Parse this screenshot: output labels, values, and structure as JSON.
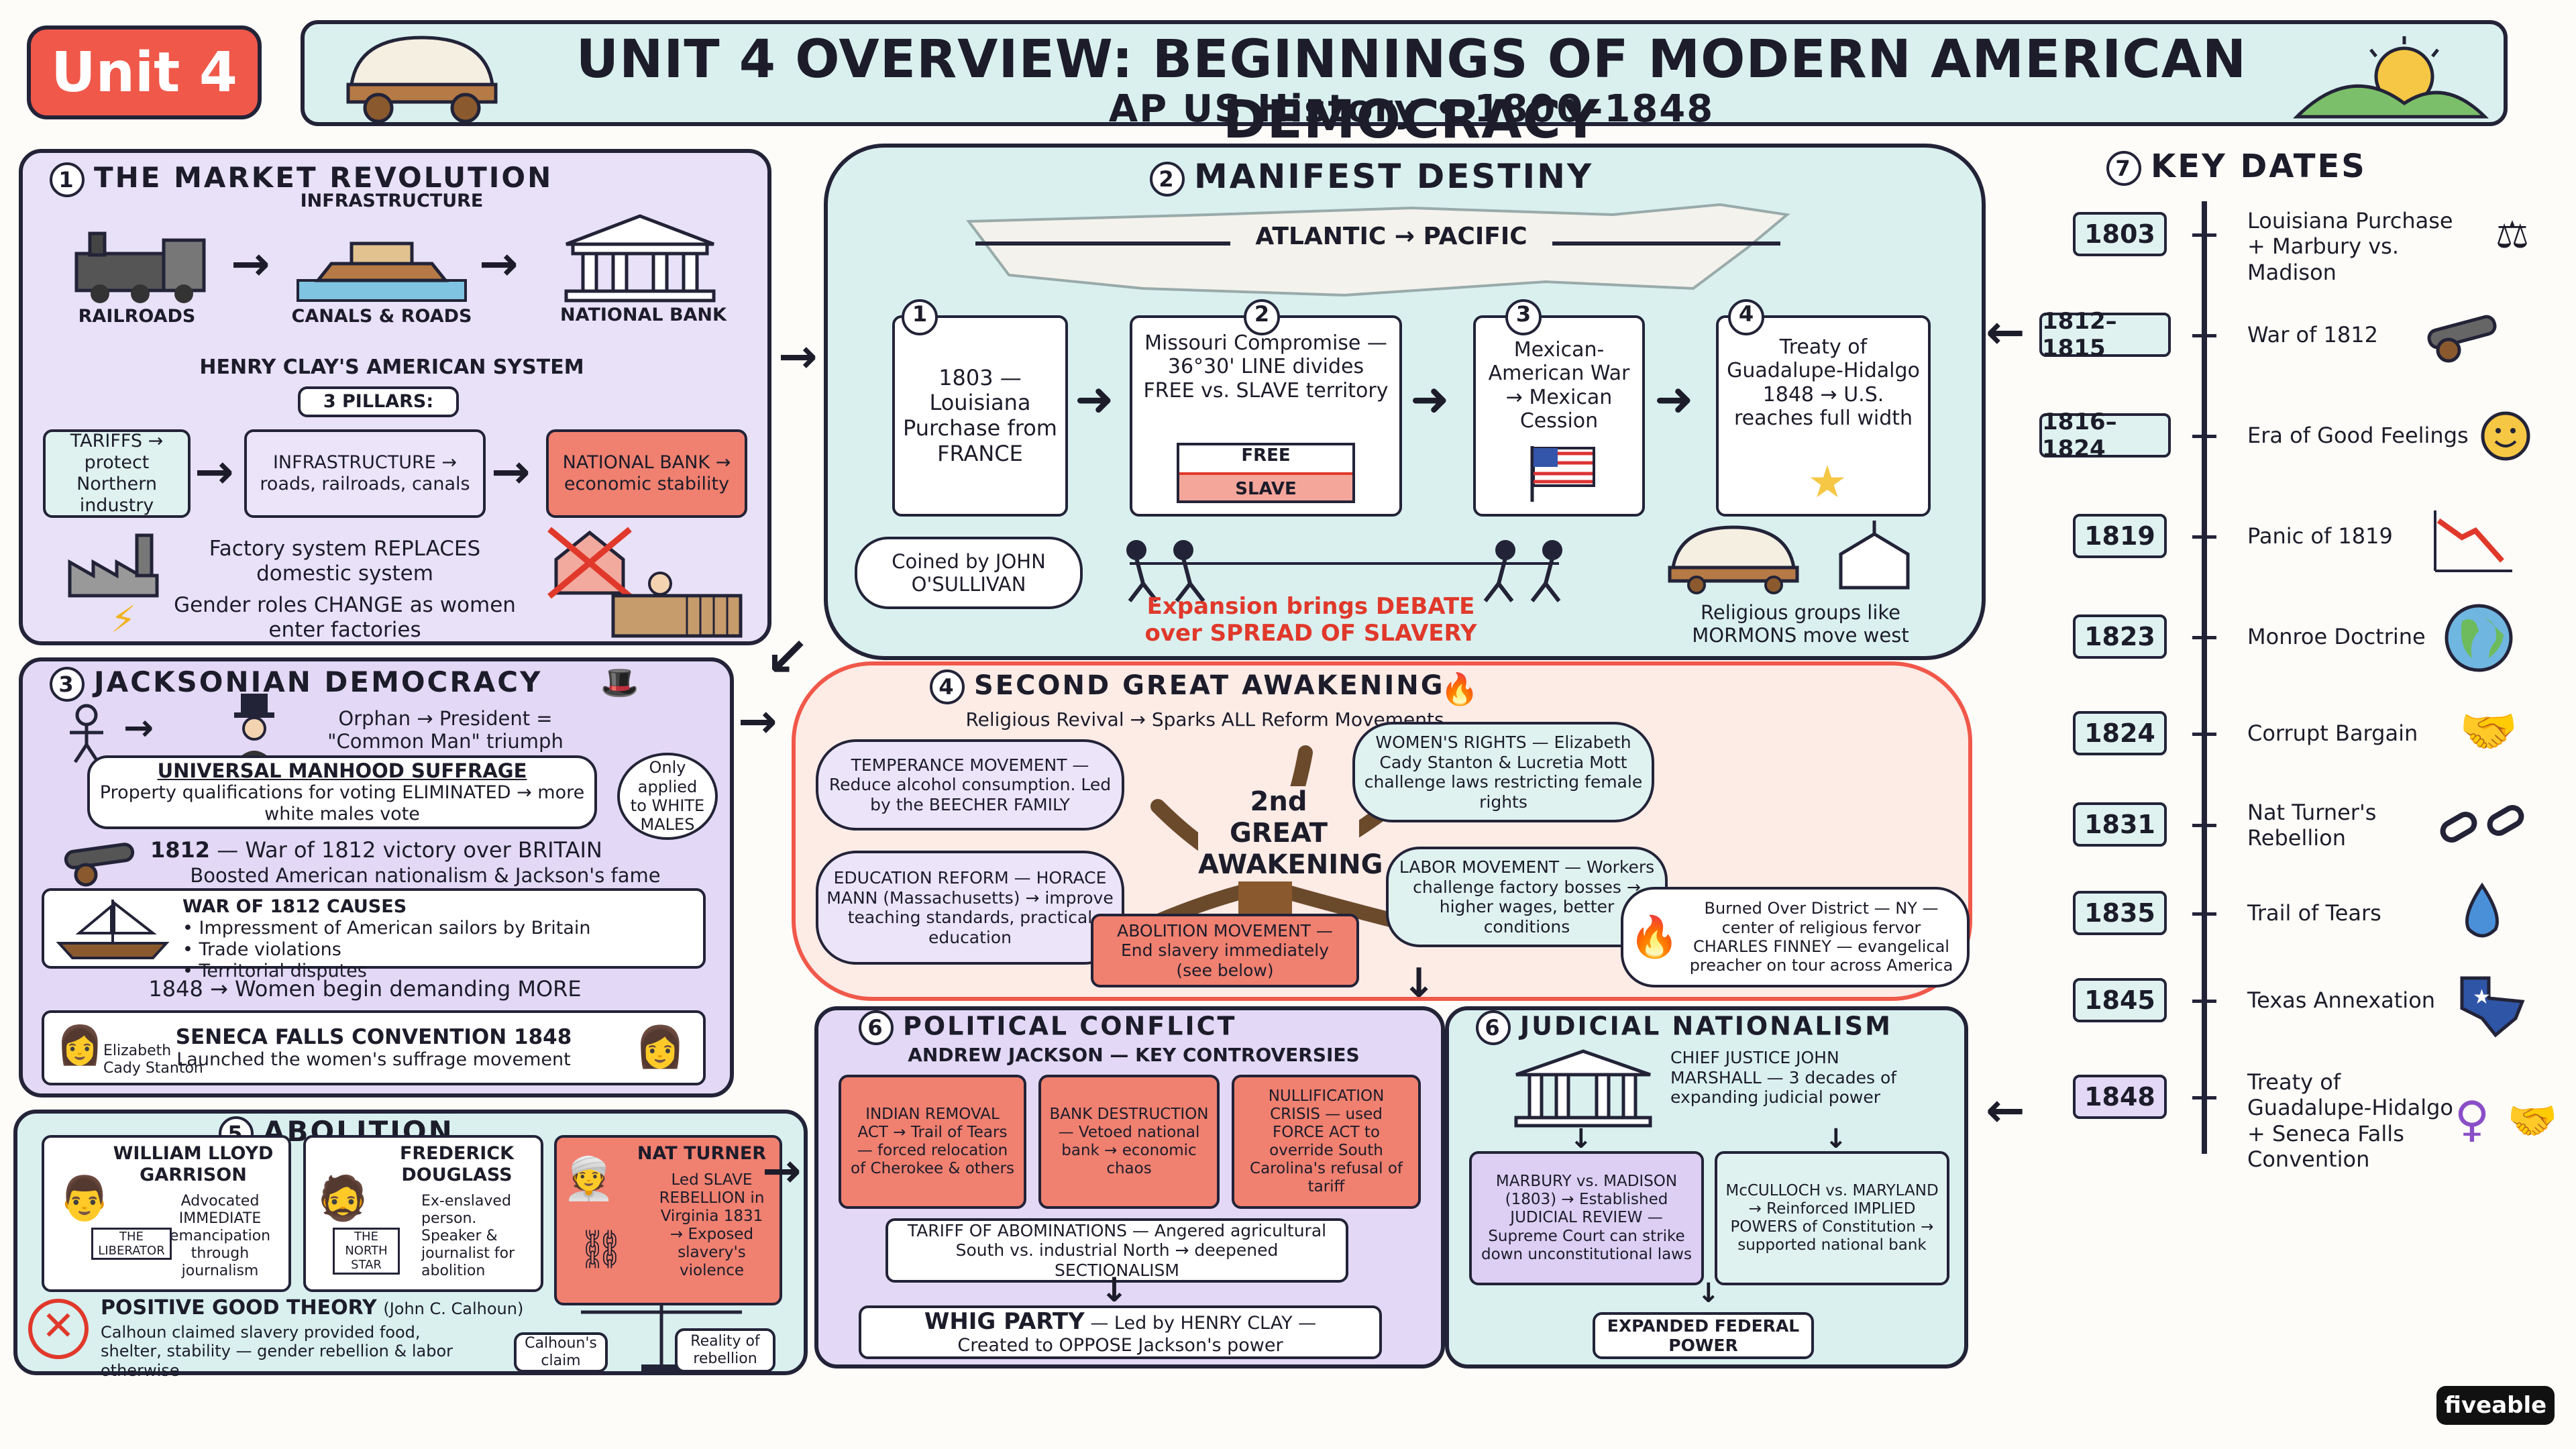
{
  "header": {
    "unit_badge": "Unit 4",
    "title": "UNIT 4 OVERVIEW: BEGINNINGS OF MODERN AMERICAN DEMOCRACY",
    "subtitle": "AP US History • 1800–1848"
  },
  "market": {
    "title": "THE MARKET REVOLUTION",
    "number": "1",
    "infrastructure": "INFRASTRUCTURE",
    "railroads": "RAILROADS",
    "canals": "CANALS & ROADS",
    "bank": "NATIONAL BANK",
    "clay": "HENRY CLAY'S AMERICAN SYSTEM",
    "pillars": "3 PILLARS:",
    "tariffs": "TARIFFS → protect Northern industry",
    "infra_box": "INFRASTRUCTURE → roads, railroads, canals",
    "bank_box": "NATIONAL BANK → economic stability",
    "factory": "Factory system REPLACES domestic system",
    "gender": "Gender roles CHANGE as women enter factories"
  },
  "manifest": {
    "title": "MANIFEST DESTINY",
    "number": "2",
    "map_label": "ATLANTIC → PACIFIC",
    "step1_num": "1",
    "step1": "1803 — Louisiana Purchase from FRANCE",
    "step2_num": "2",
    "step2": "Missouri Compromise — 36°30' LINE divides FREE vs. SLAVE territory",
    "free": "FREE",
    "slave": "SLAVE",
    "step3_num": "3",
    "step3": "Mexican-American War → Mexican Cession",
    "step4_num": "4",
    "step4": "Treaty of Guadalupe-Hidalgo 1848 → U.S. reaches full width",
    "coined": "Coined by JOHN O'SULLIVAN",
    "debate": "Expansion brings DEBATE over SPREAD OF SLAVERY",
    "mormons": "Religious groups like MORMONS move west"
  },
  "jackson": {
    "title": "JACKSONIAN DEMOCRACY",
    "number": "3",
    "orphan": "Orphan → President = \"Common Man\" triumph",
    "suffrage_title": "UNIVERSAL MANHOOD SUFFRAGE",
    "suffrage_body": "Property qualifications for voting ELIMINATED → more white males vote",
    "only": "Only applied to WHITE MALES",
    "war1812_year": "1812",
    "war1812": "War of 1812 victory over BRITAIN",
    "war1812_sub": "Boosted American nationalism & Jackson's fame",
    "causes_title": "WAR OF 1812 CAUSES",
    "causes": [
      "Impressment of American sailors by Britain",
      "Trade violations",
      "Territorial disputes"
    ],
    "women1848": "1848 → Women begin demanding MORE",
    "seneca_title": "SENECA FALLS CONVENTION 1848",
    "seneca_body": "Launched the women's suffrage movement",
    "stanton": "Elizabeth Cady Stanton"
  },
  "awakening": {
    "title": "SECOND GREAT AWAKENING",
    "number": "4",
    "subtitle": "Religious Revival → Sparks ALL Reform Movements",
    "tree": "2nd GREAT AWAKENING",
    "temperance": "TEMPERANCE MOVEMENT — Reduce alcohol consumption. Led by the BEECHER FAMILY",
    "education": "EDUCATION REFORM — HORACE MANN (Massachusetts) → improve teaching standards, practical education",
    "abolition": "ABOLITION MOVEMENT — End slavery immediately (see below)",
    "womens": "WOMEN'S RIGHTS — Elizabeth Cady Stanton & Lucretia Mott challenge laws restricting female rights",
    "labor": "LABOR MOVEMENT — Workers challenge factory bosses → higher wages, better conditions",
    "burned": "Burned Over District — NY — center of religious fervor CHARLES FINNEY — evangelical preacher on tour across America"
  },
  "abolition": {
    "title": "ABOLITION",
    "number": "5",
    "garrison_name": "WILLIAM LLOYD GARRISON",
    "garrison": "Advocated IMMEDIATE emancipation through journalism",
    "liberator": "THE LIBERATOR",
    "douglass_name": "FREDERICK DOUGLASS",
    "douglass": "Ex-enslaved person. Speaker & journalist for abolition",
    "northstar": "THE NORTH STAR",
    "turner_name": "NAT TURNER",
    "turner": "Led SLAVE REBELLION in Virginia 1831 → Exposed slavery's violence",
    "positive_title": "POSITIVE GOOD THEORY",
    "positive_by": "(John C. Calhoun)",
    "positive": "Calhoun claimed slavery provided food, shelter, stability — gender rebellion & labor otherwise",
    "claim": "Calhoun's claim",
    "reality": "Reality of rebellion"
  },
  "political": {
    "title": "POLITICAL CONFLICT",
    "number": "6",
    "jackson": "ANDREW JACKSON — KEY CONTROVERSIES",
    "removal": "INDIAN REMOVAL ACT → Trail of Tears — forced relocation of Cherokee & others",
    "bank": "BANK DESTRUCTION — Vetoed national bank → economic chaos",
    "nullification": "NULLIFICATION CRISIS — used FORCE ACT to override South Carolina's refusal of tariff",
    "tariff": "TARIFF OF ABOMINATIONS — Angered agricultural South vs. industrial North → deepened SECTIONALISM",
    "whig_title": "WHIG PARTY",
    "whig_led": "— Led by HENRY CLAY —",
    "whig_body": "Created to OPPOSE Jackson's power"
  },
  "judicial": {
    "title": "JUDICIAL NATIONALISM",
    "number": "6",
    "marshall": "CHIEF JUSTICE JOHN MARSHALL — 3 decades of expanding judicial power",
    "marbury": "MARBURY vs. MADISON (1803) → Established JUDICIAL REVIEW — Supreme Court can strike down unconstitutional laws",
    "mcculloch": "McCULLOCH vs. MARYLAND → Reinforced IMPLIED POWERS of Constitution → supported national bank",
    "expanded": "EXPANDED FEDERAL POWER"
  },
  "keydates": {
    "title": "KEY DATES",
    "number": "7",
    "items": [
      {
        "year": "1803",
        "event": "Louisiana Purchase + Marbury vs. Madison"
      },
      {
        "year": "1812–1815",
        "event": "War of 1812"
      },
      {
        "year": "1816–1824",
        "event": "Era of Good Feelings"
      },
      {
        "year": "1819",
        "event": "Panic of 1819"
      },
      {
        "year": "1823",
        "event": "Monroe Doctrine"
      },
      {
        "year": "1824",
        "event": "Corrupt Bargain"
      },
      {
        "year": "1831",
        "event": "Nat Turner's Rebellion"
      },
      {
        "year": "1835",
        "event": "Trail of Tears"
      },
      {
        "year": "1845",
        "event": "Texas Annexation"
      },
      {
        "year": "1848",
        "event": "Treaty of Guadalupe-Hidalgo + Seneca Falls Convention"
      }
    ]
  },
  "footer": {
    "brand": "fiveable"
  },
  "colors": {
    "accent_red": "#f0584a",
    "teal": "#d9f0ef",
    "purple": "#e9e1f7",
    "dark": "#232338"
  }
}
